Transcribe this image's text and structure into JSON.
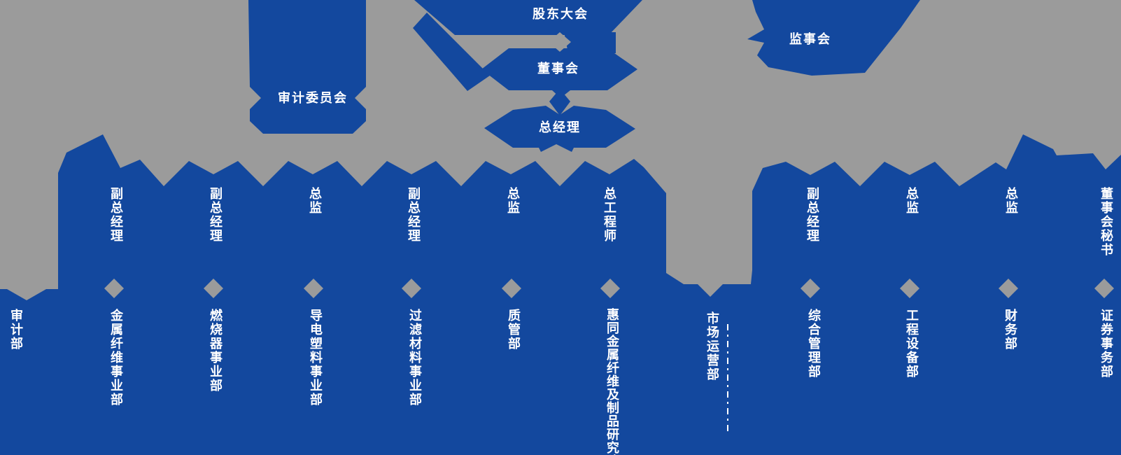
{
  "colors": {
    "primary_blue": "#13489E",
    "background_gray": "#9B9B9B",
    "text_white": "#FFFFFF"
  },
  "governance": {
    "shareholders_meeting": "股东大会",
    "board_of_directors": "董事会",
    "general_manager": "总经理",
    "audit_committee": "审计委员会",
    "supervisory_board": "监事会"
  },
  "roles": [
    {
      "label": "副总经理"
    },
    {
      "label": "副总经理"
    },
    {
      "label": "总监"
    },
    {
      "label": "副总经理"
    },
    {
      "label": "总监"
    },
    {
      "label": "总工程师"
    },
    {
      "label": "副总经理"
    },
    {
      "label": "总监"
    },
    {
      "label": "总监"
    },
    {
      "label": "董事会秘书"
    }
  ],
  "departments": [
    {
      "label": "审计部"
    },
    {
      "label": "金属纤维事业部"
    },
    {
      "label": "燃烧器事业部"
    },
    {
      "label": "导电塑料事业部"
    },
    {
      "label": "过滤材料事业部"
    },
    {
      "label": "质管部"
    },
    {
      "label": "惠同金属纤维及制品研究院"
    },
    {
      "label": "市场运营部"
    },
    {
      "label": "综合管理部"
    },
    {
      "label": "工程设备部"
    },
    {
      "label": "财务部"
    },
    {
      "label": "证券事务部"
    }
  ]
}
